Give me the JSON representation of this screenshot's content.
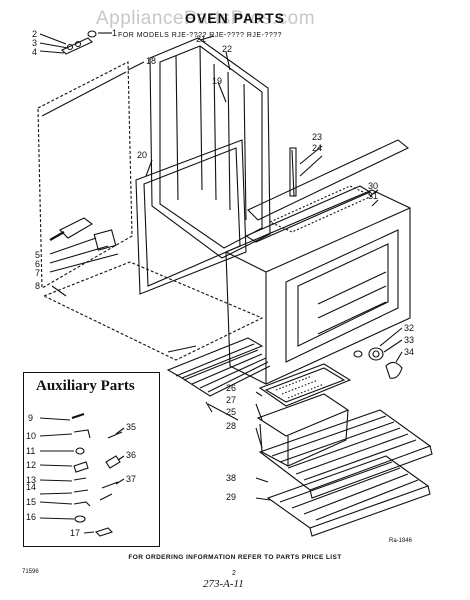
{
  "watermark": "AppliancePartsPros.com",
  "title": "OVEN PARTS",
  "subtitle": "FOR MODELS RJE-???? RJE-???? RJE-????",
  "auxiliary_title": "Auxiliary Parts",
  "footer": "FOR ORDERING INFORMATION REFER TO PARTS PRICE LIST",
  "doc_code": "71596",
  "page_number": "2",
  "handwritten_note": "273-A-11",
  "drawing_code": "Ra-1846",
  "callouts": {
    "c1": "1",
    "c2": "2",
    "c3": "3",
    "c4": "4",
    "c5": "5",
    "c6": "6",
    "c7": "7",
    "c8": "8",
    "c9": "9",
    "c10": "10",
    "c11": "11",
    "c12": "12",
    "c13": "13",
    "c14": "14",
    "c15": "15",
    "c16": "16",
    "c17": "17",
    "c18": "18",
    "c19": "19",
    "c20": "20",
    "c21": "21",
    "c22": "22",
    "c23": "23",
    "c24": "24",
    "c25": "25",
    "c26": "26",
    "c27": "27",
    "c28": "28",
    "c29": "29",
    "c30": "30",
    "c31": "31",
    "c32": "32",
    "c33": "33",
    "c34": "34",
    "c35": "35",
    "c36": "36",
    "c37": "37",
    "c38": "38"
  }
}
